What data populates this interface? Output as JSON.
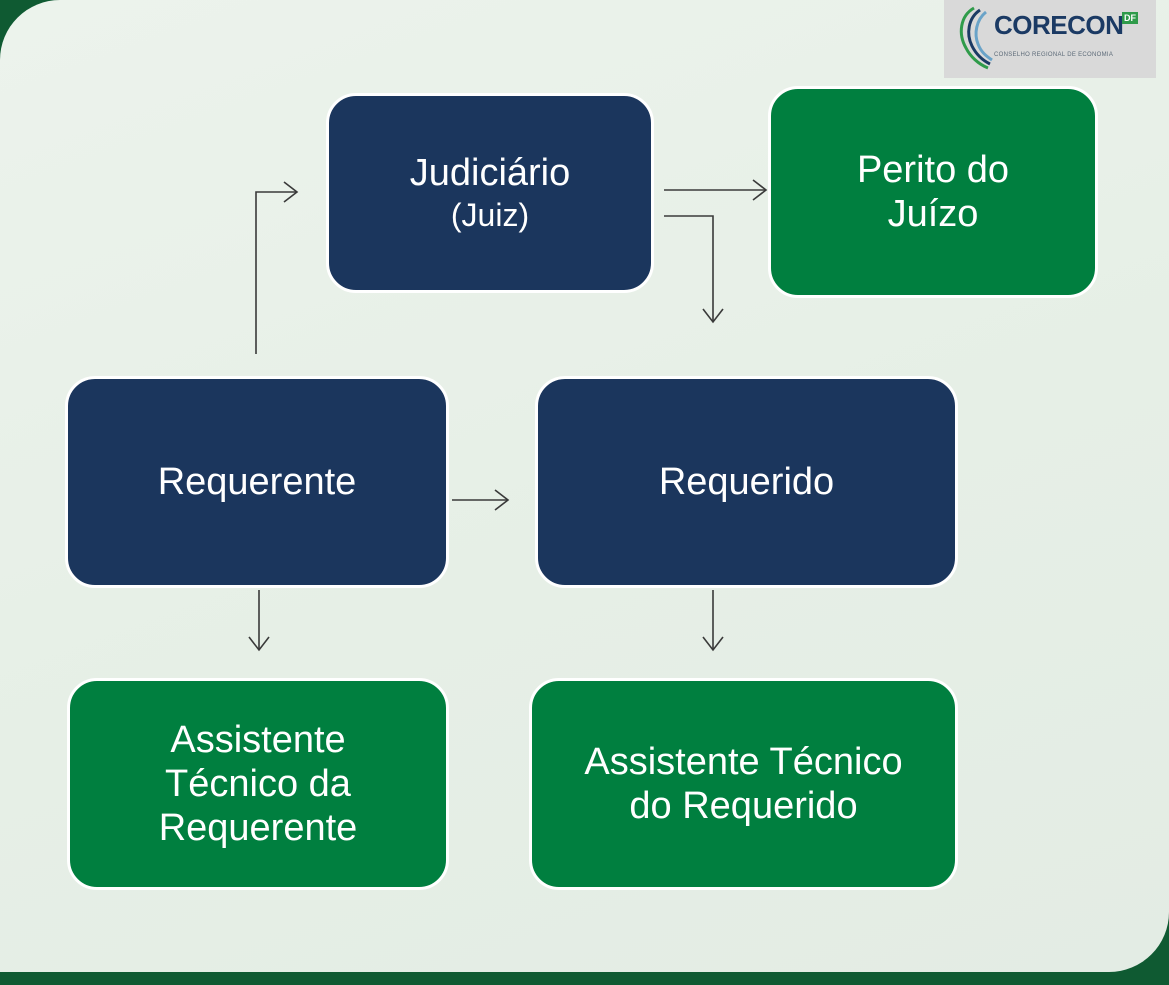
{
  "logo": {
    "brand": "CORECON",
    "badge": "DF",
    "subtitle": "CONSELHO REGIONAL DE ECONOMIA"
  },
  "nodes": {
    "judiciario": {
      "title": "Judiciário",
      "subtitle": "(Juiz)"
    },
    "perito": {
      "line1": "Perito do",
      "line2": "Juízo"
    },
    "requerente": {
      "title": "Requerente"
    },
    "requerido": {
      "title": "Requerido"
    },
    "assistente_requerente": {
      "line1": "Assistente",
      "line2": "Técnico da",
      "line3": "Requerente"
    },
    "assistente_requerido": {
      "line1": "Assistente Técnico",
      "line2": "do Requerido"
    }
  },
  "colors": {
    "navy": "#1b365d",
    "green": "#007f3f",
    "background": "#e8f0e8",
    "frame": "#0f5a32"
  }
}
